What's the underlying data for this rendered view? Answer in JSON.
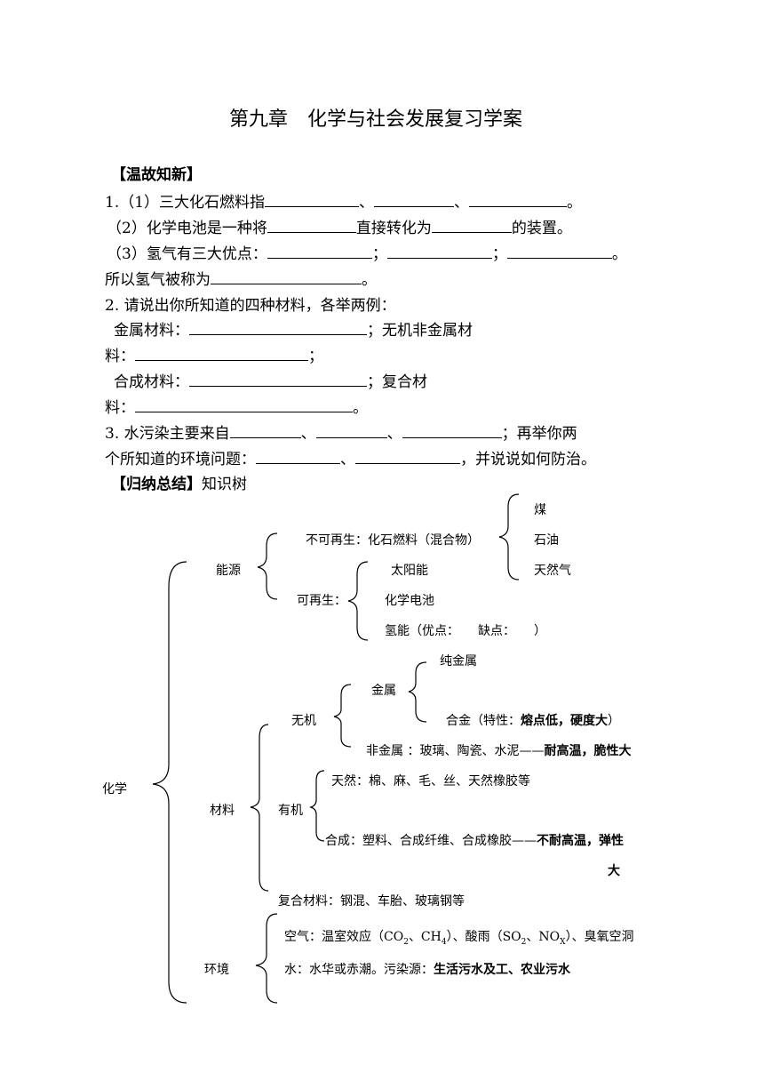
{
  "doc": {
    "title": "第九章　化学与社会发展复习学案",
    "review_header": "【温故知新】",
    "q1_a_prefix": "1.（1）三大化石燃料指",
    "sep_dun": "、",
    "end_period": "。",
    "q1_b_prefix": "（2）化学电池是一种将",
    "q1_b_mid": "直接转化为",
    "q1_b_end": "的装置。",
    "q1_c_prefix": "（3）氢气有三大优点：",
    "sep_semicolon": "；",
    "q1_d_prefix": "所以氢气被称为",
    "q2_stem": "2. 请说出你所知道的四种材料，各举两例：",
    "q2_metal": "金属材料：",
    "q2_inorganic": "；无机非金属材",
    "q2_liao": "料：",
    "q2_synthetic": "合成材料：",
    "q2_composite": "；复合材",
    "q3_prefix": "3. 水污染主要来自",
    "q3_mid": "；再举你两",
    "q3_line2": "个所知道的环境问题：",
    "q3_end": "，并说说如何防治。",
    "summary_header": "【归纳总结】",
    "summary_sub": "知识树"
  },
  "tree": {
    "root": "化学",
    "energy": "能源",
    "nonrenew": "不可再生：化石燃料（混合物）",
    "coal": "煤",
    "oil": "石油",
    "gas": "天然气",
    "renew": "可再生：",
    "solar": "太阳能",
    "battery": "化学电池",
    "hydrogen": "氢能（优点：　　缺点：　　）",
    "metal": "金属",
    "pure_metal": "纯金属",
    "alloy_pre": "合金（特性：",
    "alloy_bold": "熔点低，硬度大",
    "alloy_end": "）",
    "inorganic": "无机",
    "nonmetal_pre": "非金属 ：玻璃、陶瓷、水泥——",
    "nonmetal_bold": "耐高温，脆性大",
    "materials": "材料",
    "organic": "有机",
    "natural": "天然：棉、麻、毛、丝、天然橡胶等",
    "synthetic_pre": "合成：塑料、合成纤维、合成橡胶——",
    "synthetic_bold": "不耐高温，弹性",
    "synthetic_bold2": "大",
    "composite": "复合材料：钢混、车胎、玻璃钢等",
    "env": "环境",
    "air_1": "空气：温室效应（CO",
    "air_2": "、CH",
    "air_3": "）、酸雨（SO",
    "air_4": "、NO",
    "air_5": "）、臭氧空洞",
    "sub_2": "2",
    "sub_4": "4",
    "sub_x": "X",
    "water_pre": "水：水华或赤潮。污染源：",
    "water_bold": "生活污水及工、农业污水"
  }
}
